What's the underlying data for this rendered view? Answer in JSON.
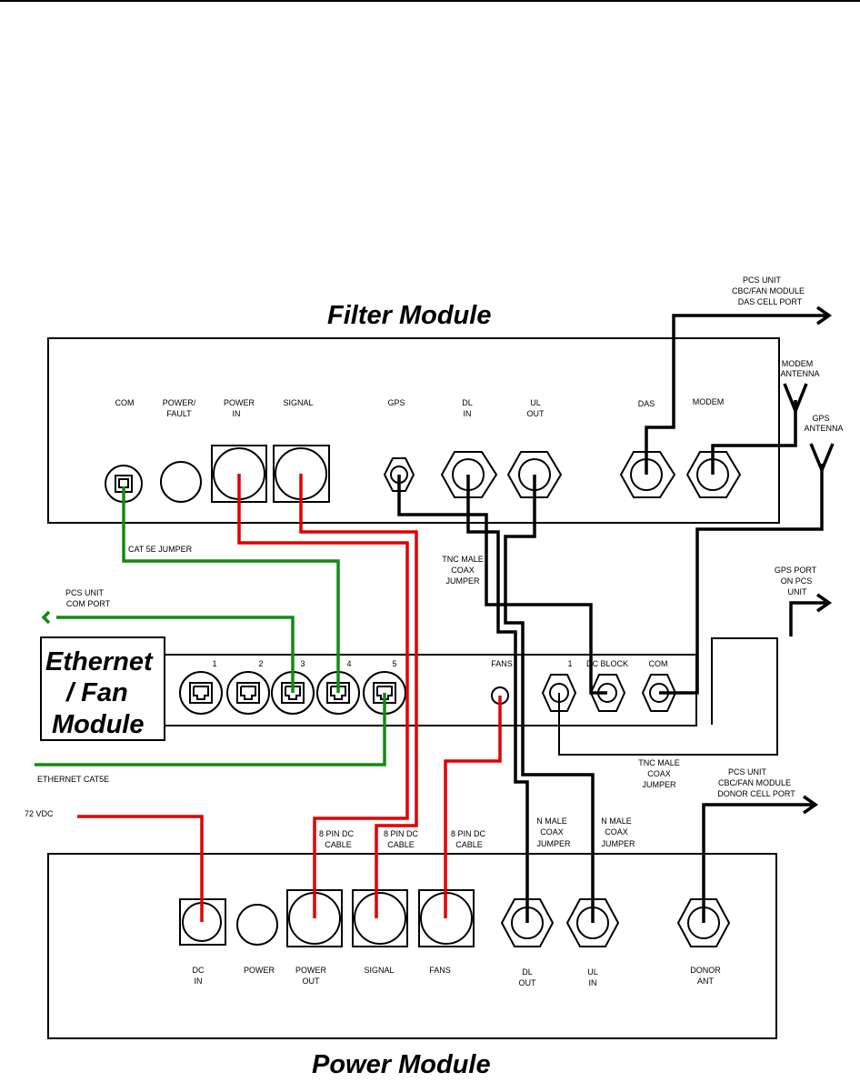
{
  "titles": {
    "filter": "Filter Module",
    "power": "Power Module",
    "ethernet": [
      "Ethernet",
      "/ Fan",
      "Module"
    ]
  },
  "filter_ports": {
    "com": "COM",
    "power_fault": [
      "POWER/",
      "FAULT"
    ],
    "power_in": [
      "POWER",
      "IN"
    ],
    "signal": "SIGNAL",
    "gps": "GPS",
    "dl_in": [
      "DL",
      "IN"
    ],
    "ul_out": [
      "UL",
      "OUT"
    ],
    "das": "DAS",
    "modem": "MODEM"
  },
  "ethernet_ports": {
    "p1": "1",
    "p2": "2",
    "p3": "3",
    "p4": "4",
    "p5": "5",
    "fans": "FANS",
    "rf1": "1",
    "dc_block": "DC BLOCK",
    "com": "COM"
  },
  "power_ports": {
    "dc_in": [
      "DC",
      "IN"
    ],
    "power": "POWER",
    "power_out": [
      "POWER",
      "OUT"
    ],
    "signal": "SIGNAL",
    "fans": "FANS",
    "dl_out": [
      "DL",
      "OUT"
    ],
    "ul_in": [
      "UL",
      "IN"
    ],
    "donor_ant": [
      "DONOR",
      "ANT"
    ]
  },
  "callouts": {
    "pcs_das": [
      "PCS  UNIT",
      "CBC/FAN MODULE",
      "DAS CELL PORT"
    ],
    "modem_antenna": [
      "MODEM",
      "ANTENNA"
    ],
    "gps_antenna": [
      "GPS",
      "ANTENNA"
    ],
    "cat5e_jumper": "CAT 5E JUMPER",
    "pcs_com": [
      "PCS UNIT",
      "COM PORT"
    ],
    "tnc_jumper_1": [
      "TNC MALE",
      "COAX",
      "JUMPER"
    ],
    "gps_port": [
      "GPS PORT",
      "ON PCS",
      "UNIT"
    ],
    "ethernet_cat5e": "ETHERNET CAT5E",
    "tnc_jumper_2": [
      "TNC MALE",
      "COAX",
      "JUMPER"
    ],
    "pcs_donor": [
      "PCS UNIT",
      "CBC/FAN MODULE",
      "DONOR CELL PORT"
    ],
    "vdc": "72 VDC",
    "dc_cable_1": [
      "8 PIN DC",
      "CABLE"
    ],
    "dc_cable_2": [
      "8 PIN DC",
      "CABLE"
    ],
    "dc_cable_3": [
      "8 PIN DC",
      "CABLE"
    ],
    "n_jumper_1": [
      "N MALE",
      "COAX",
      "JUMPER"
    ],
    "n_jumper_2": [
      "N MALE",
      "COAX",
      "JUMPER"
    ]
  },
  "colors": {
    "dc_power": "#e00000",
    "ethernet": "#138a13",
    "coax": "#000000"
  }
}
